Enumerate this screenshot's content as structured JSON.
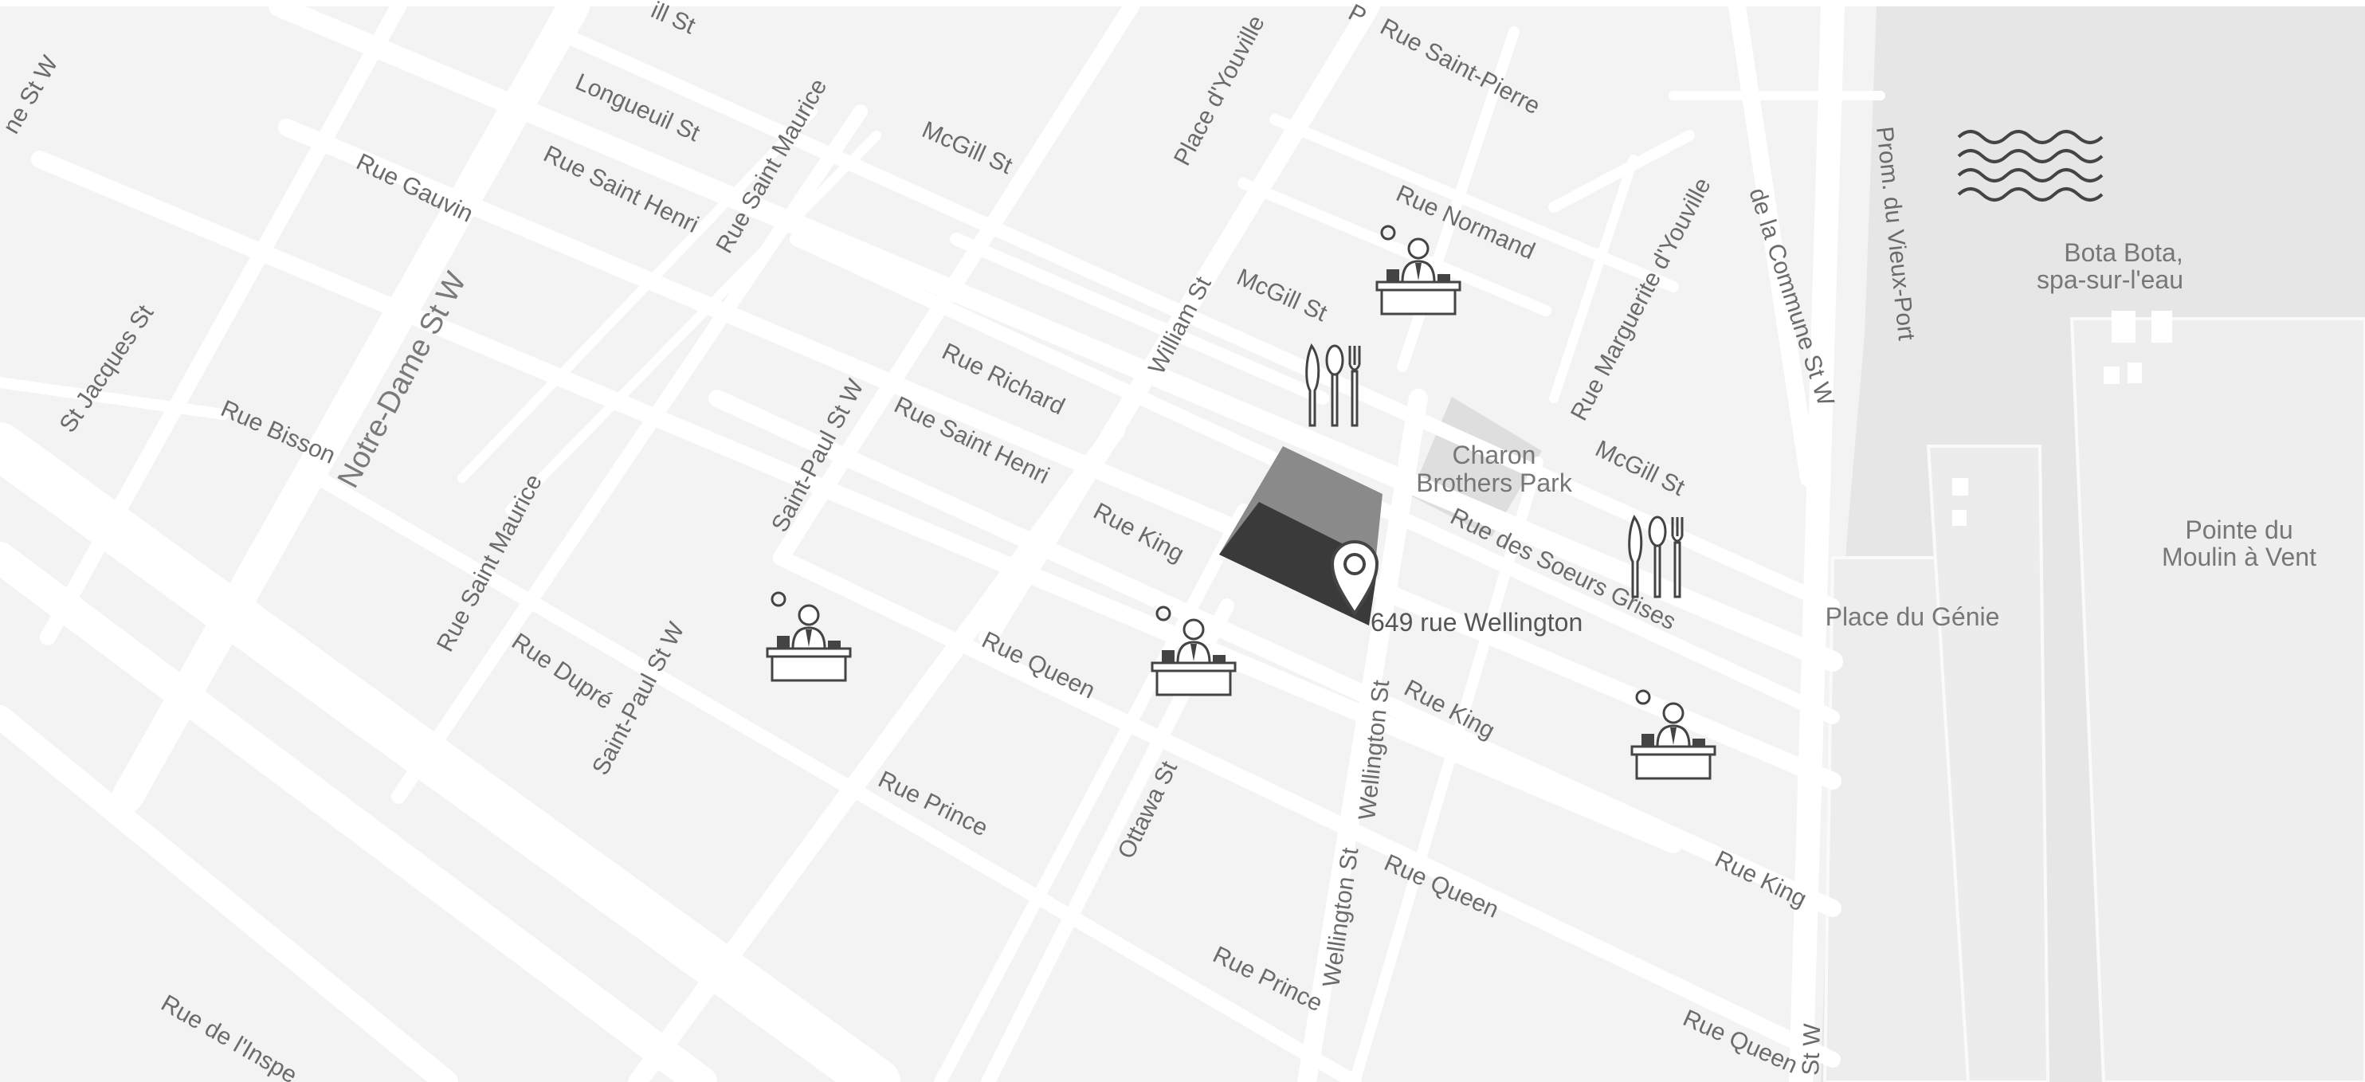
{
  "map": {
    "address_marker": {
      "label": "649 rue Wellington",
      "icon": "location-pin-icon"
    },
    "colors": {
      "land": "#f3f3f3",
      "road": "#ffffff",
      "water": "#e6e6e6",
      "pier": "#ededed",
      "building_light": "#8a8a8a",
      "building_dark": "#3a3a3a",
      "label": "#6b6b6b"
    },
    "streets": [
      "Rue Saint-Pierre",
      "Longueuil St",
      "McGill St",
      "Place d'Youville",
      "Rue Gauvin",
      "Rue Saint Henri",
      "Rue Saint Maurice",
      "Rue Normand",
      "McGill St",
      "Rue Marguerite d'Youville",
      "de la Commune St W",
      "Prom. du Vieux-Port",
      "Notre-Dame St W",
      "St Jacques St",
      "Rue Bisson",
      "William St",
      "Rue Richard",
      "Rue Saint Henri",
      "Saint-Paul St W",
      "McGill St",
      "Rue des Soeurs Grises",
      "Rue King",
      "Rue Saint Maurice",
      "Rue Dupré",
      "Saint-Paul St W",
      "Rue Queen",
      "Wellington St",
      "Rue King",
      "Rue Prince",
      "Ottawa St",
      "Rue King",
      "Wellington St",
      "Rue Queen",
      "Rue Prince",
      "Rue Queen",
      "Rue de l'Inspe",
      "St W",
      "ne St W",
      "ill St",
      "P"
    ],
    "places": {
      "charon_line1": "Charon",
      "charon_line2": "Brothers Park",
      "bota_line1": "Bota Bota,",
      "bota_line2": "spa-sur-l'eau",
      "place_genie": "Place du Génie",
      "pointe_line1": "Pointe du",
      "pointe_line2": "Moulin à Vent"
    },
    "pois": [
      {
        "type": "office",
        "icon": "office-desk-icon"
      },
      {
        "type": "office",
        "icon": "office-desk-icon"
      },
      {
        "type": "office",
        "icon": "office-desk-icon"
      },
      {
        "type": "office",
        "icon": "office-desk-icon"
      },
      {
        "type": "restaurant",
        "icon": "cutlery-icon"
      },
      {
        "type": "restaurant",
        "icon": "cutlery-icon"
      },
      {
        "type": "water",
        "icon": "water-waves-icon"
      }
    ]
  }
}
